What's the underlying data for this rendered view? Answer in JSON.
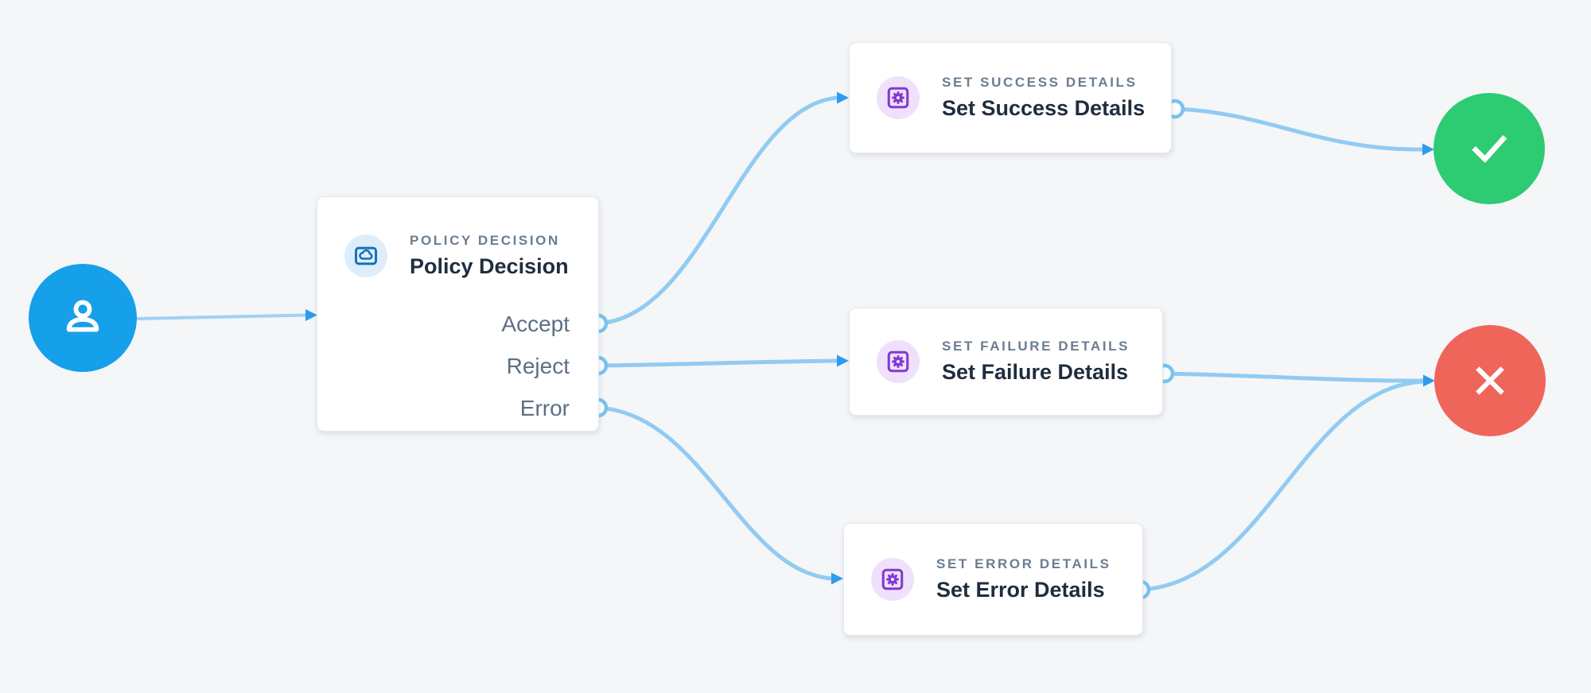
{
  "colors": {
    "canvas_bg": "#f4f6f8",
    "start_node": "#17a0ea",
    "success_node": "#2dcb72",
    "failure_node": "#f0655a",
    "edge_line": "#91cbf2",
    "edge_arrow": "#2e9ceb",
    "port_ring": "#79c2ef",
    "policy_icon": "#1470b8",
    "details_icon": "#8338d4"
  },
  "flow": {
    "start": {
      "icon": "user-icon"
    },
    "policy": {
      "overline": "POLICY DECISION",
      "title": "Policy Decision",
      "icon": "cloud-icon",
      "outputs": [
        "Accept",
        "Reject",
        "Error"
      ]
    },
    "success_details": {
      "overline": "SET SUCCESS DETAILS",
      "title": "Set Success Details",
      "icon": "gear-icon"
    },
    "failure_details": {
      "overline": "SET FAILURE DETAILS",
      "title": "Set Failure Details",
      "icon": "gear-icon"
    },
    "error_details": {
      "overline": "SET ERROR DETAILS",
      "title": "Set Error Details",
      "icon": "gear-icon"
    },
    "success_end": {
      "icon": "check-icon"
    },
    "failure_end": {
      "icon": "x-icon"
    },
    "connections": [
      {
        "from": "start",
        "to": "policy"
      },
      {
        "from": "policy.Accept",
        "to": "success_details"
      },
      {
        "from": "policy.Reject",
        "to": "failure_details"
      },
      {
        "from": "policy.Error",
        "to": "error_details"
      },
      {
        "from": "success_details",
        "to": "success_end"
      },
      {
        "from": "failure_details",
        "to": "failure_end"
      },
      {
        "from": "error_details",
        "to": "failure_end"
      }
    ]
  }
}
